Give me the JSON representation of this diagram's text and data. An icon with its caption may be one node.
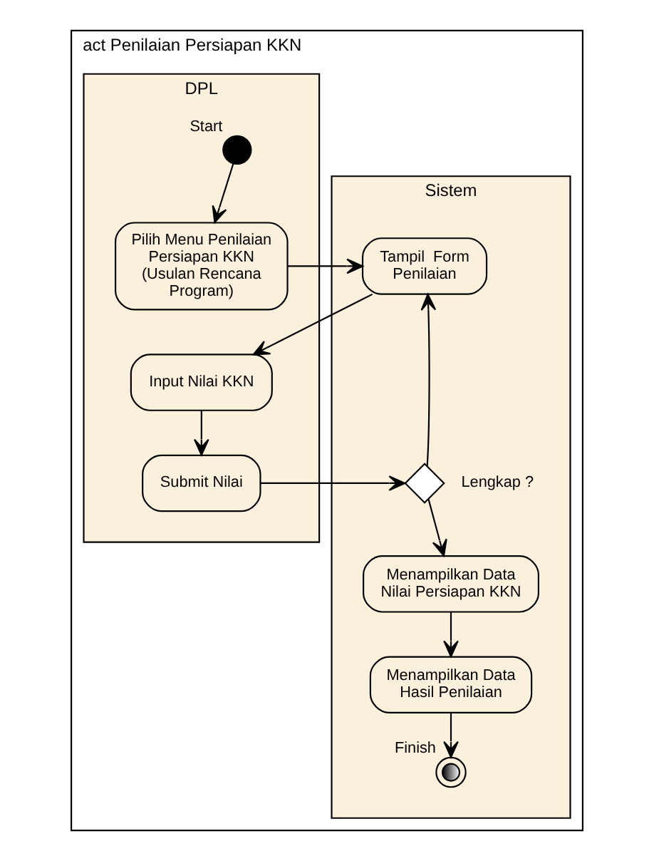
{
  "diagram": {
    "nodes": [
      {
        "text": [
          "act Penilaian Persiapan KKN"
        ]
      },
      {
        "text": [
          "DPL"
        ],
        "in": 0
      },
      {
        "text": [
          "Sistem"
        ],
        "in": 0
      },
      {
        "text": [],
        "shape": "circle",
        "in": 1,
        "beside": [
          "Start"
        ]
      },
      {
        "text": [
          "Pilih Menu Penilaian Persiapan KKN (Usulan Rencana Program)"
        ],
        "in": 1
      },
      {
        "text": [
          "Tampil  Form Penilaian"
        ],
        "in": 2
      },
      {
        "text": [
          "Input Nilai KKN"
        ],
        "in": 1
      },
      {
        "text": [
          "Submit Nilai"
        ],
        "in": 1
      },
      {
        "text": [],
        "shape": "diamond",
        "in": 2,
        "beside": [
          "Lengkap ?"
        ]
      },
      {
        "text": [
          "Menampilkan Data Nilai Persiapan KKN"
        ],
        "in": 2
      },
      {
        "text": [
          "Menampilkan Data Hasil Penilaian"
        ],
        "in": 2
      },
      {
        "text": [],
        "shape": "circle",
        "in": 2,
        "beside": [
          "Finish"
        ]
      }
    ],
    "edges": [
      {
        "from": 3,
        "to": 4,
        "arrow": "to"
      },
      {
        "from": 4,
        "to": 5,
        "arrow": "to"
      },
      {
        "from": 5,
        "to": 6,
        "arrow": "to"
      },
      {
        "from": 6,
        "to": 7,
        "arrow": "to"
      },
      {
        "from": 7,
        "to": 8,
        "arrow": "to"
      },
      {
        "from": 8,
        "to": 5,
        "arrow": "to"
      },
      {
        "from": 8,
        "to": 9,
        "arrow": "to"
      },
      {
        "from": 9,
        "to": 10,
        "arrow": "to"
      },
      {
        "from": 10,
        "to": 11,
        "arrow": "to"
      }
    ]
  }
}
